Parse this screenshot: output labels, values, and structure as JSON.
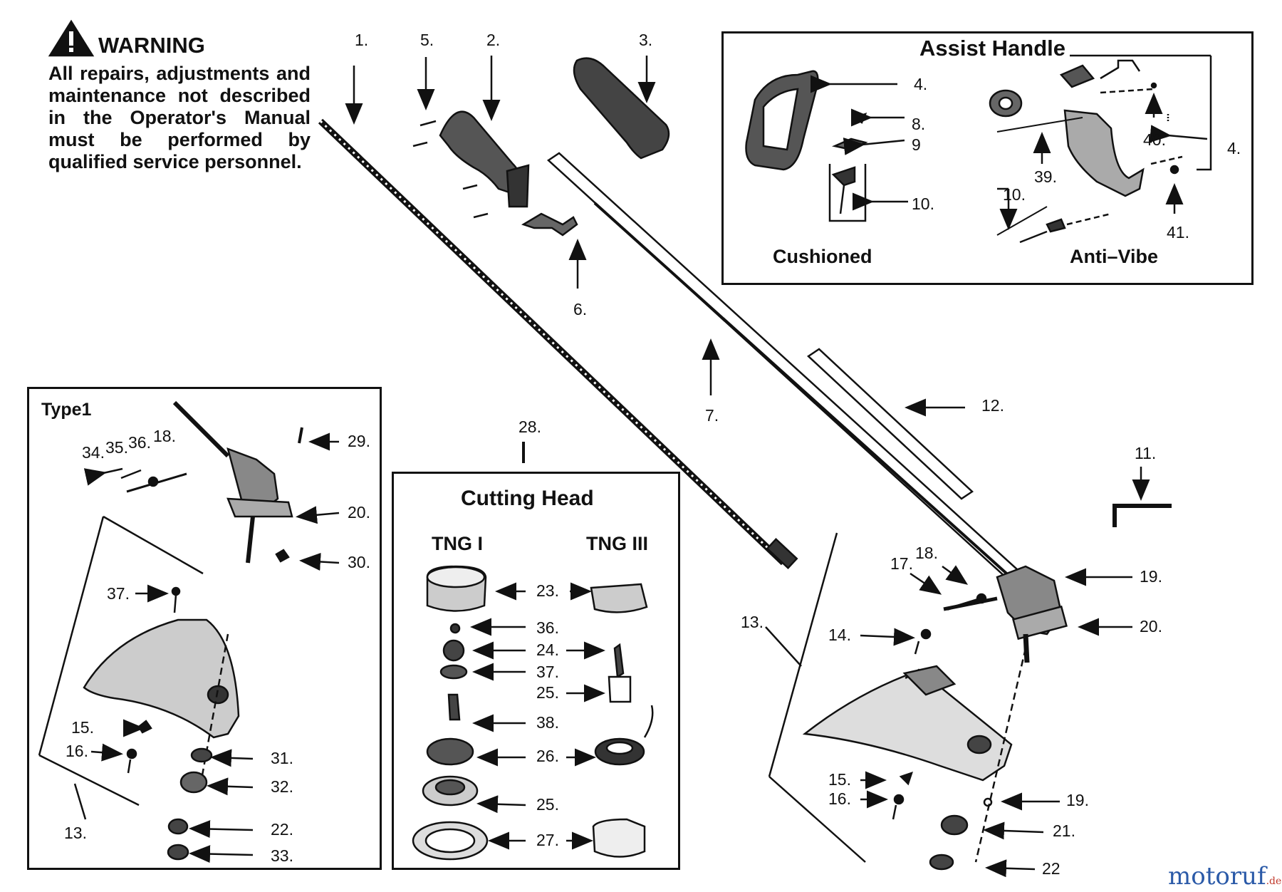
{
  "warning": {
    "heading": "WARNING",
    "text": "All repairs, adjustments and maintenance not described in the Operator's Manual must be performed by qualified service personnel."
  },
  "panels": {
    "assist_handle": {
      "title": "Assist Handle",
      "cushioned": "Cushioned",
      "anti_vibe": "Anti–Vibe"
    },
    "type1": {
      "title": "Type1"
    },
    "cutting_head": {
      "title": "Cutting Head",
      "tng1": "TNG I",
      "tng3": "TNG III"
    }
  },
  "callouts": {
    "top": [
      "1.",
      "5.",
      "2.",
      "3.",
      "6.",
      "7.",
      "12.",
      "11."
    ],
    "assist": [
      "4.",
      "8.",
      "9",
      "10.",
      "39.",
      "40.",
      "4.",
      "10.",
      "41."
    ],
    "type1": [
      "34.",
      "35.",
      "36.",
      "18.",
      "29.",
      "20.",
      "30.",
      "37.",
      "15.",
      "16.",
      "31.",
      "32.",
      "22.",
      "33.",
      "13."
    ],
    "cutting_head": [
      "28.",
      "23.",
      "36.",
      "24.",
      "37.",
      "25.",
      "38.",
      "26.",
      "25.",
      "27."
    ],
    "shield": [
      "17.",
      "18.",
      "19.",
      "20.",
      "13.",
      "14.",
      "19.",
      "15.",
      "16.",
      "21.",
      "22"
    ]
  },
  "brand": {
    "name": "motoruf",
    "tld": ".de",
    "color": "#2b5aa8"
  }
}
